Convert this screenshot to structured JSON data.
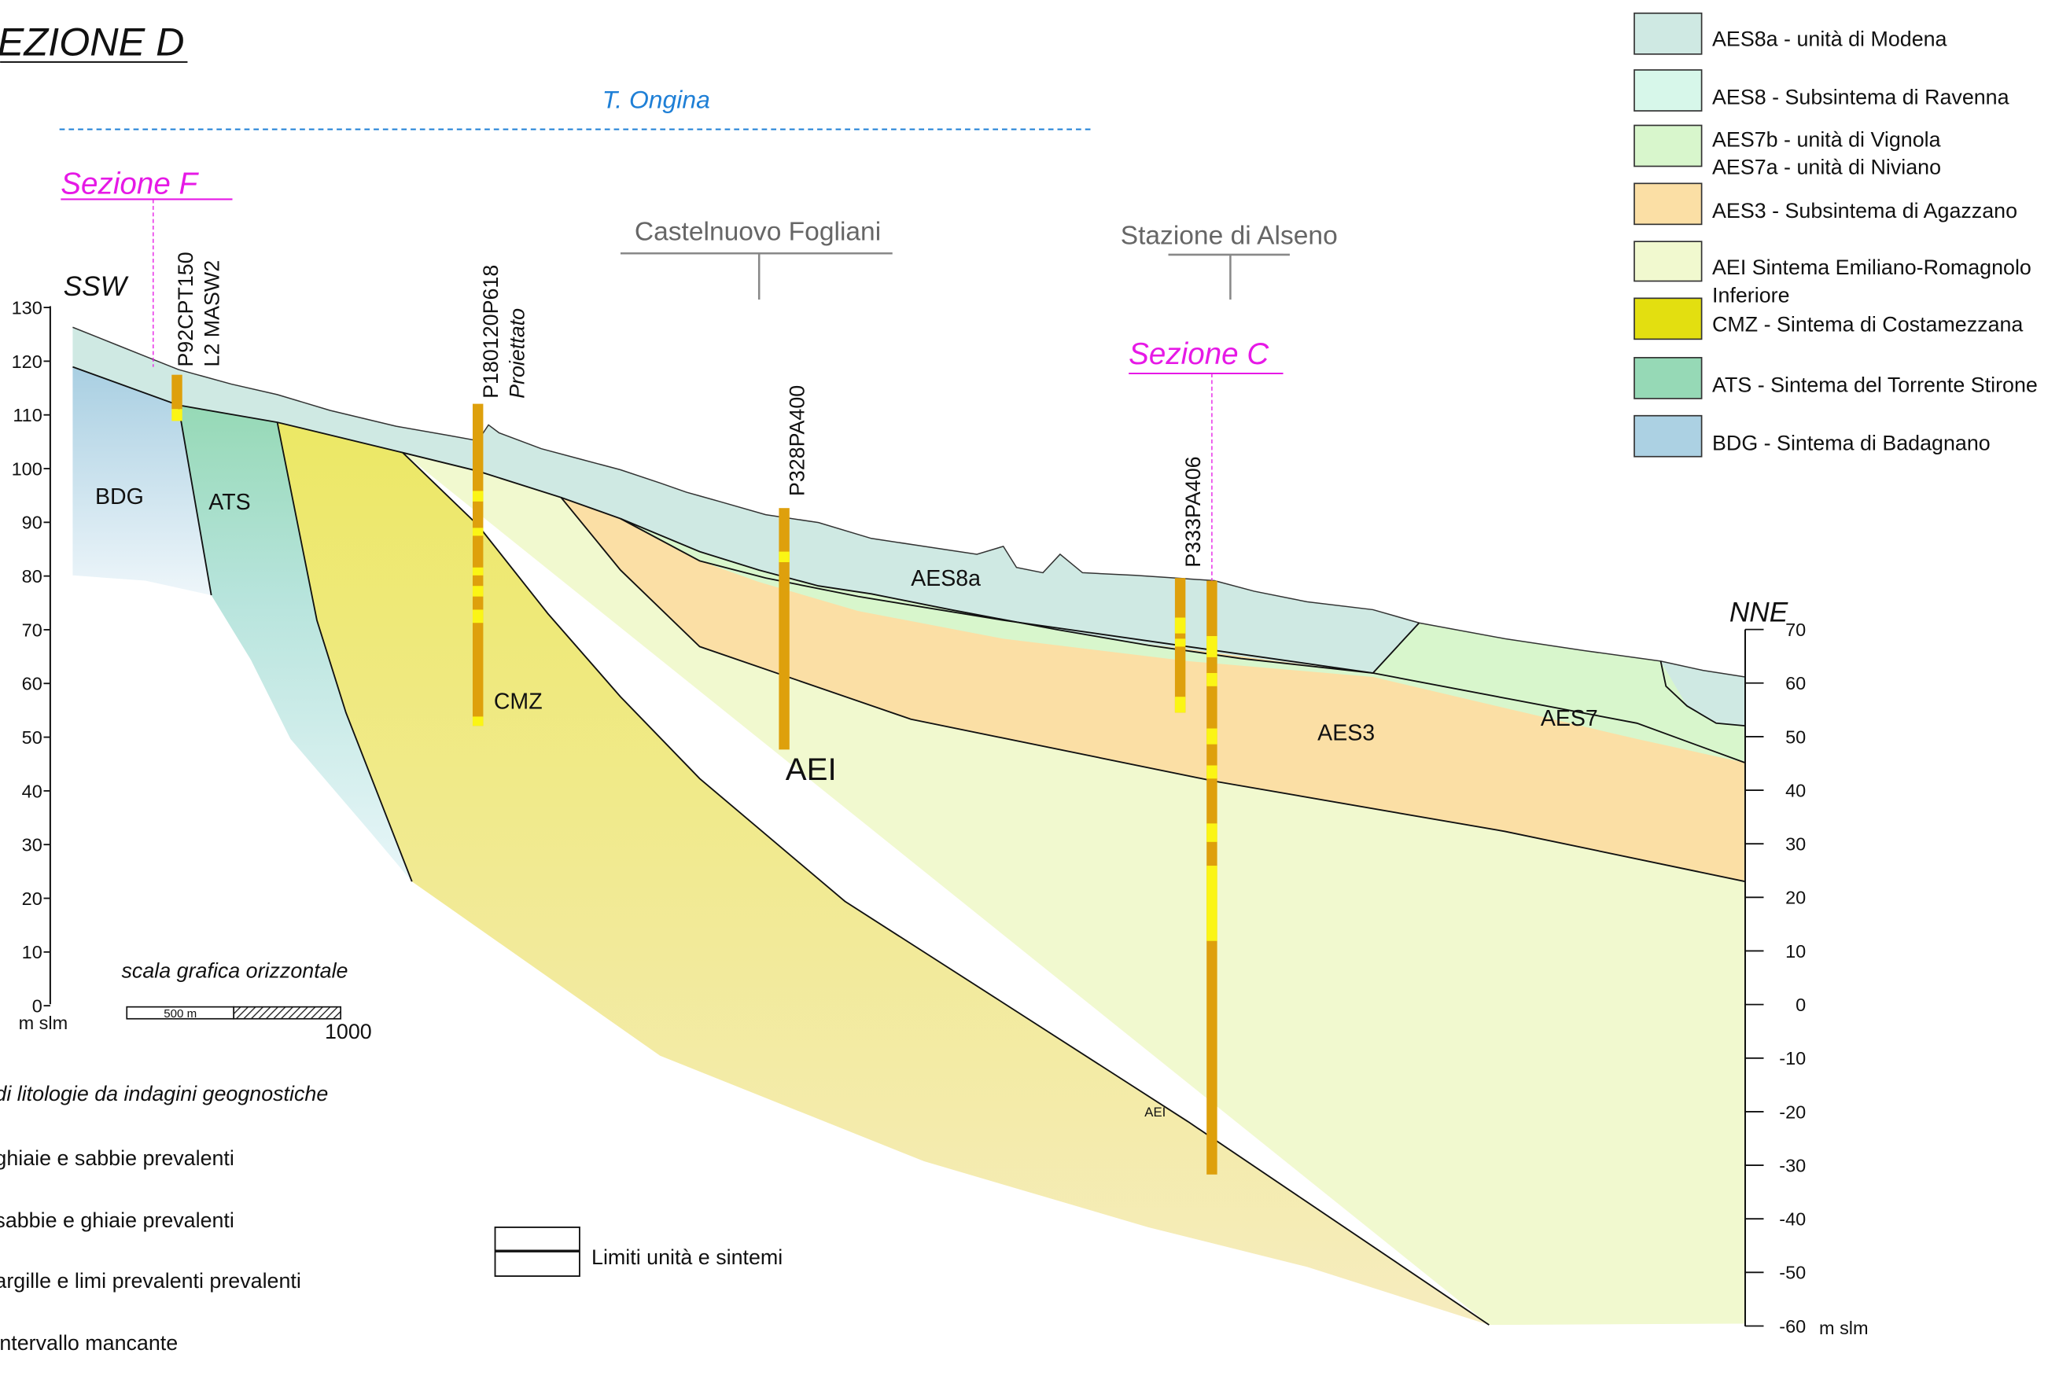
{
  "title": "EZIONE D",
  "river": {
    "label": "T. Ongina",
    "color": "#1e7fd6"
  },
  "sections": {
    "sezione_f": "Sezione F",
    "sezione_c": "Sezione C",
    "color": "#e619e6"
  },
  "places": {
    "castelnuovo": "Castelnuovo Fogliani",
    "alseno": "Stazione di Alseno"
  },
  "directions": {
    "left": "SSW",
    "right": "NNE"
  },
  "axis": {
    "unit": "m slm",
    "left_ticks": [
      "130",
      "120",
      "110",
      "100",
      "90",
      "80",
      "70",
      "60",
      "50",
      "40",
      "30",
      "20",
      "10",
      "0"
    ],
    "right_ticks": [
      "70",
      "60",
      "50",
      "40",
      "30",
      "20",
      "10",
      "0",
      "-10",
      "-20",
      "-30",
      "-40",
      "-50",
      "-60"
    ]
  },
  "boreholes": [
    {
      "id": "P92CPT150",
      "sub": "L2 MASW2"
    },
    {
      "id": "P180120P618",
      "sub": "Proiettato"
    },
    {
      "id": "P328PA400",
      "sub": ""
    },
    {
      "id": "P333PA406",
      "sub": ""
    }
  ],
  "unit_labels": {
    "bdg": "BDG",
    "ats": "ATS",
    "cmz": "CMZ",
    "aei": "AEI",
    "aei_small": "AEI",
    "aes8a": "AES8a",
    "aes3": "AES3",
    "aes7": "AES7"
  },
  "scale_bar": {
    "caption": "scala grafica orizzontale",
    "mid_label": "500 m",
    "end_label": "1000"
  },
  "legend": [
    {
      "text": [
        "AES8a - unità di Modena"
      ],
      "color": "#cfe9e3"
    },
    {
      "text": [
        "AES8 - Subsintema di Ravenna"
      ],
      "color": "#d7f7ea"
    },
    {
      "text": [
        "AES7b - unità di Vignola",
        "AES7a - unità di Niviano"
      ],
      "color": "#d8f6cc"
    },
    {
      "text": [
        "AES3 - Subsintema di Agazzano"
      ],
      "color": "#fbdfa5"
    },
    {
      "text": [
        "AEI Sintema Emiliano-Romagnolo",
        "Inferiore"
      ],
      "color": "#f1f9cf"
    },
    {
      "text": [
        "CMZ - Sintema di Costamezzana"
      ],
      "color": "#e3df10"
    },
    {
      "text": [
        "ATS - Sintema del Torrente Stirone"
      ],
      "color": "#96d9b6"
    },
    {
      "text": [
        "BDG - Sintema di Badagnano"
      ],
      "color": "#acd1e3"
    }
  ],
  "lithology_legend": {
    "title": "di litologie da indagini geognostiche",
    "items": [
      {
        "text": "ghiaie e sabbie prevalenti"
      },
      {
        "text": "sabbie e ghiaie prevalenti"
      },
      {
        "text": "argille e limi prevalenti prevalenti"
      },
      {
        "text": "intervallo mancante"
      }
    ]
  },
  "limits_legend": "Limiti unità e sintemi",
  "colors": {
    "borehole_dark": "#dea00c",
    "borehole_light": "#fbf515",
    "aes8a": "#cfe9e3",
    "aes7": "#d8f6cc",
    "aes3": "#fbdfa5",
    "aei": "#f1f9cf",
    "cmz_top": "#eeea6a",
    "cmz_bottom": "#f5eab3",
    "ats": "#96d9b6",
    "bdg": "#acd1e3"
  }
}
